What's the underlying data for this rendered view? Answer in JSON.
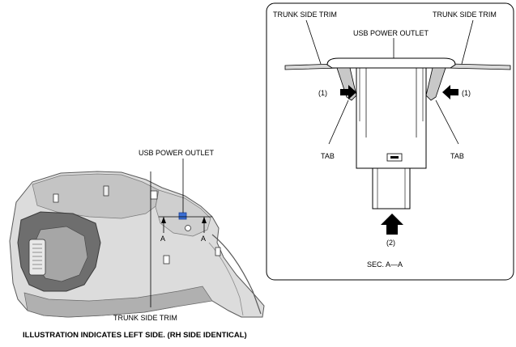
{
  "left_view": {
    "usb_label": "USB POWER OUTLET",
    "trim_label": "TRUNK SIDE TRIM",
    "section_mark_left": "A",
    "section_mark_right": "A",
    "caption": "ILLUSTRATION INDICATES LEFT SIDE. (RH SIDE IDENTICAL)"
  },
  "detail_view": {
    "trim_left_label": "TRUNK SIDE TRIM",
    "trim_right_label": "TRUNK SIDE TRIM",
    "usb_label": "USB POWER OUTLET",
    "step1_left": "(1)",
    "step1_right": "(1)",
    "tab_left": "TAB",
    "tab_right": "TAB",
    "step2": "(2)",
    "section_caption": "SEC. A—A"
  },
  "colors": {
    "highlight": "#3b6fd4",
    "trim_fill": "#d9d9d9",
    "trim_dark": "#8c8c8c"
  }
}
